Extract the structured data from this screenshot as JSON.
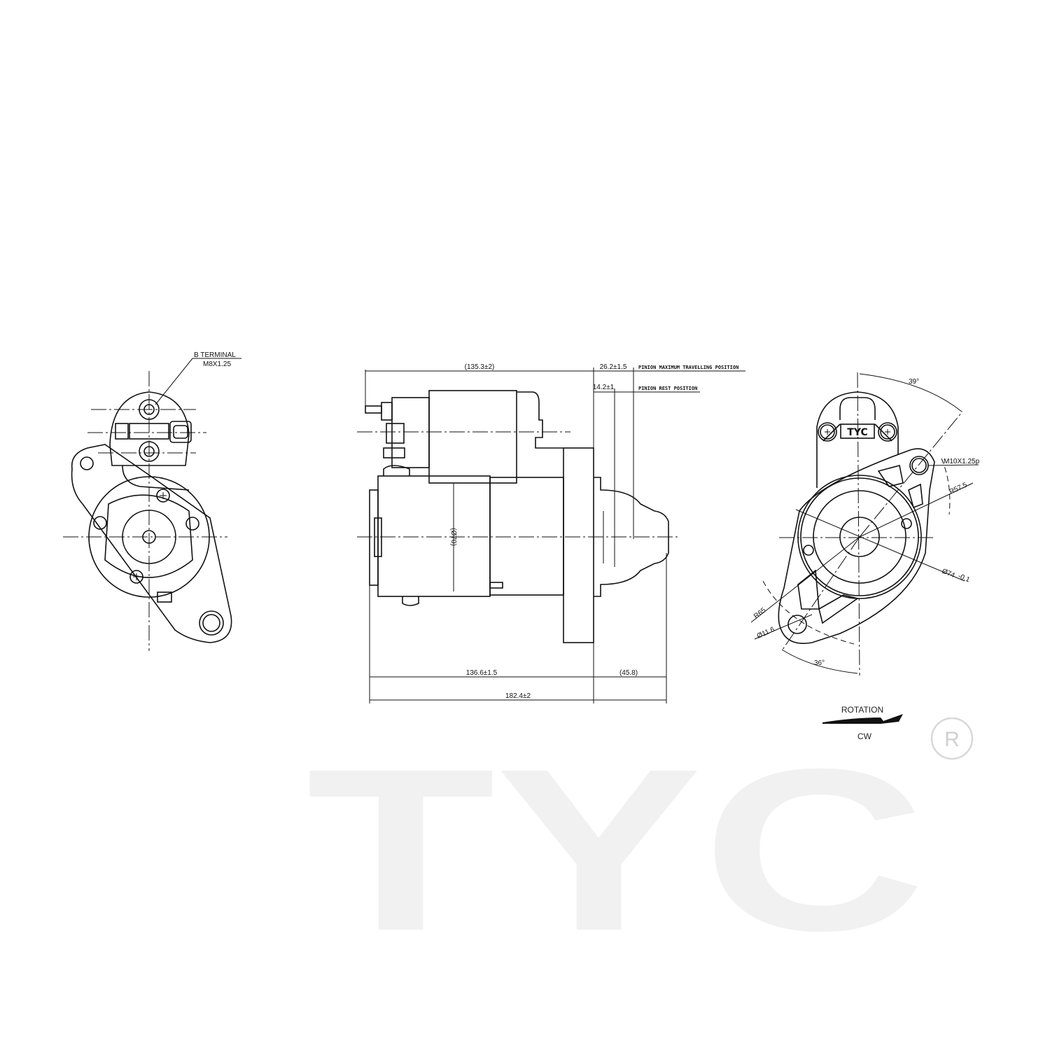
{
  "title": "Starter motor technical drawing",
  "left_view": {
    "terminal_label": "B TERMINAL",
    "thread_label": "M8X1.25"
  },
  "side_view": {
    "dim_top_overall": "(135.3±2)",
    "dim_pinion_max": "26.2±1.5",
    "pinion_max_label": "PINION MAXIMUM TRAVELLING POSITION",
    "dim_pinion_rest": "14.2±1",
    "pinion_rest_label": "PINION REST POSITION",
    "dim_body_diameter": "(Ø70)",
    "dim_body_length": "136.6±1.5",
    "dim_nose_length": "(45.8)",
    "dim_overall_length": "182.4±2"
  },
  "front_view": {
    "nameplate": "TYC",
    "angle_top": "39°",
    "bolt_thread": "M10X1.25p",
    "radius_bolt": "R57.5",
    "pilot_diameter": "Ø74",
    "pilot_tolerance": "-0.1",
    "radius_hole": "R65",
    "hole_diameter": "Ø11.6",
    "angle_bottom": "36°"
  },
  "rotation": {
    "label": "ROTATION",
    "direction": "CW"
  },
  "watermark": {
    "brand": "TYC",
    "registered": "R"
  }
}
